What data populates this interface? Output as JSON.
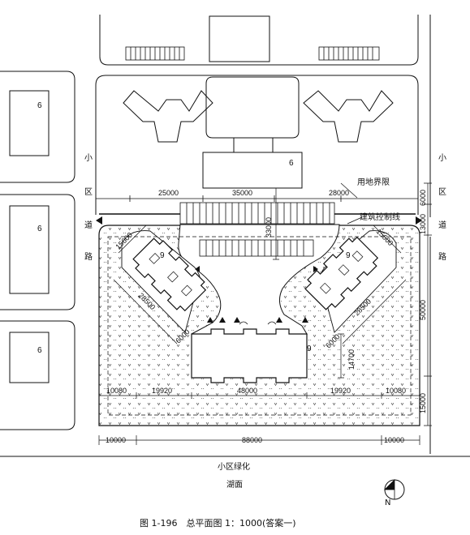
{
  "labels": {
    "road_left": [
      "小",
      "区",
      "道",
      "路"
    ],
    "road_right": [
      "小",
      "区",
      "道",
      "路"
    ],
    "land_boundary": "用地界限",
    "building_line": "建筑控制线",
    "green": "小区绿化",
    "lake": "湖面",
    "north": "N",
    "caption": "图 1-196　总平面图 1：1000(答案一)"
  },
  "storeys": {
    "left_blocks": [
      "6",
      "6",
      "6"
    ],
    "center_top": "6",
    "tower_left": "9",
    "tower_right": "9",
    "bottom_bar": "9"
  },
  "dims": {
    "top_row": [
      "25000",
      "35000",
      "28000"
    ],
    "center_v": "33000",
    "diag_left_short": "15600",
    "diag_left_long": "28500",
    "diag_right_short": "15600",
    "diag_right_long": "28500",
    "inner_left": "6000",
    "inner_right": "6000",
    "bar_depth": "14700",
    "row_inner": [
      "10080",
      "19920",
      "48000",
      "19920",
      "10080"
    ],
    "row_outer": [
      "10000",
      "88000",
      "10000"
    ],
    "right_v": [
      "6000",
      "13000",
      "50000",
      "15000"
    ]
  }
}
